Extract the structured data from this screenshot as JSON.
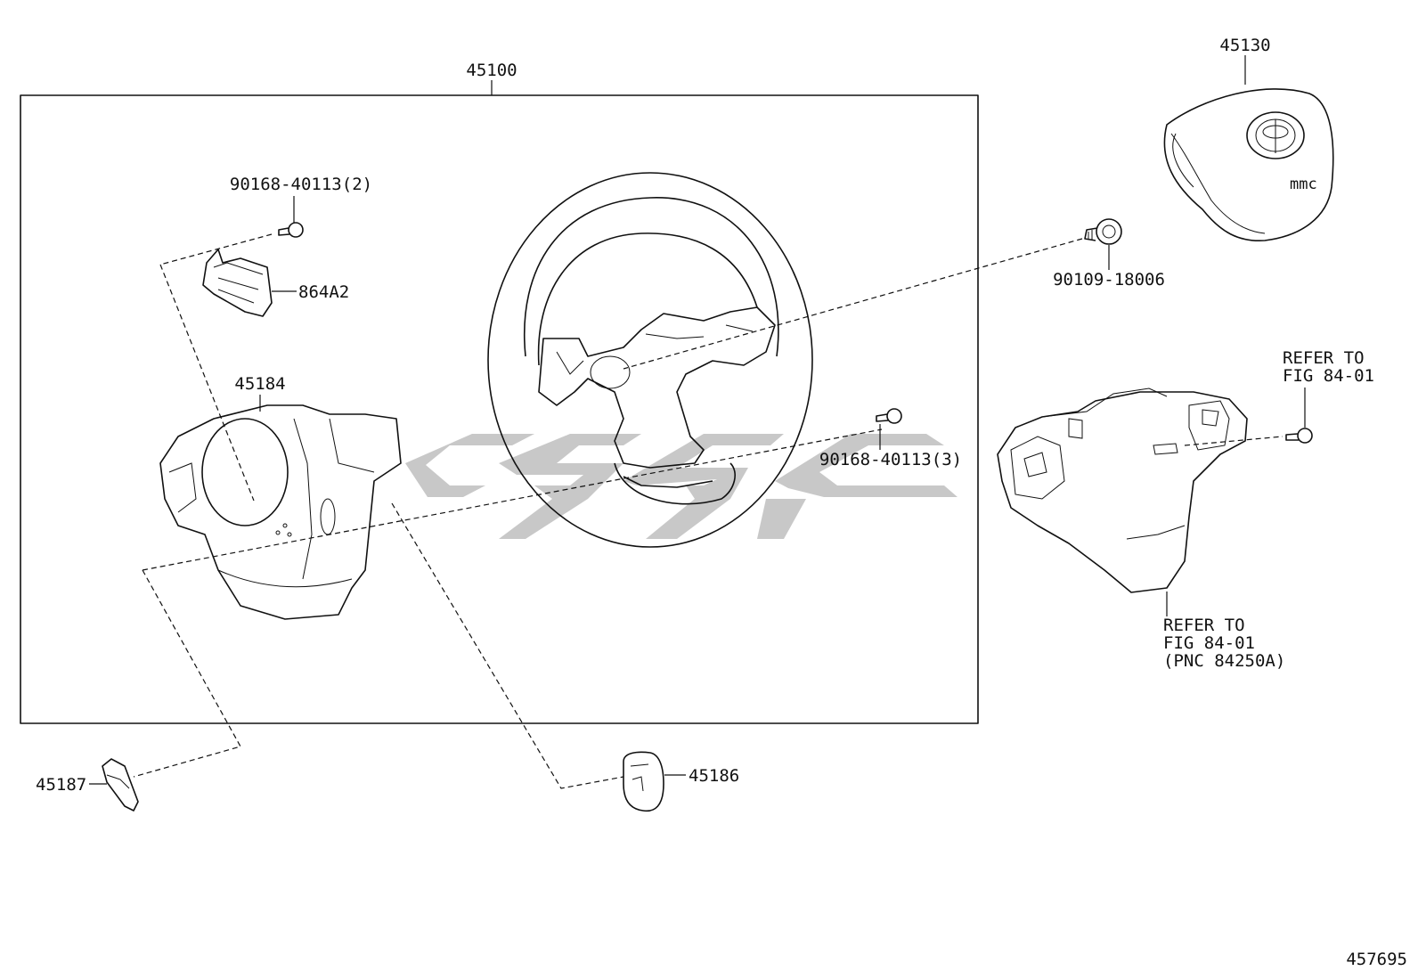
{
  "diagram_id": "457695",
  "assembly_label": "45100",
  "labels": {
    "p45130": "45130",
    "p90168_top": "90168-40113(2)",
    "p864A2": "864A2",
    "p45184": "45184",
    "p90109": "90109-18006",
    "p90168_mid": "90168-40113(3)",
    "p45187": "45187",
    "p45186": "45186"
  },
  "refer_right": [
    "REFER TO",
    "FIG 84-01"
  ],
  "refer_switch": [
    "REFER TO",
    "FIG 84-01",
    "(PNC 84250A)"
  ],
  "emblem_text": "mmc",
  "colors": {
    "line": "#111111",
    "watermark": "#c8c8c8",
    "background": "#ffffff"
  }
}
